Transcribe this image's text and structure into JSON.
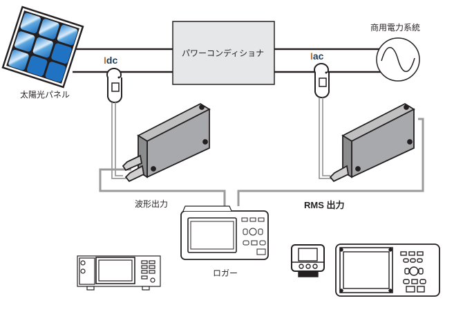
{
  "title": "太陽光発電 計測システム構成図",
  "labels": {
    "solar_panel": "太陽光パネル",
    "power_conditioner": "パワーコンディショナ",
    "grid": "商用電力系統",
    "waveform_output": "波形出力",
    "rms_output": "RMS 出力",
    "logger": "ロガー"
  },
  "currents": {
    "dc": {
      "symbol": "I",
      "sub": "dc"
    },
    "ac": {
      "symbol": "I",
      "sub": "ac"
    }
  },
  "colors": {
    "line": "#231f20",
    "cable": "#9a9a9a",
    "box_fill": "#e6e7e8",
    "panel_blue": "#1f73c2",
    "panel_light": "#8ec3ec",
    "sensor_body": "#a7a9ac",
    "accent_orange": "#c8742a",
    "text_blue": "#1a3a5c"
  }
}
